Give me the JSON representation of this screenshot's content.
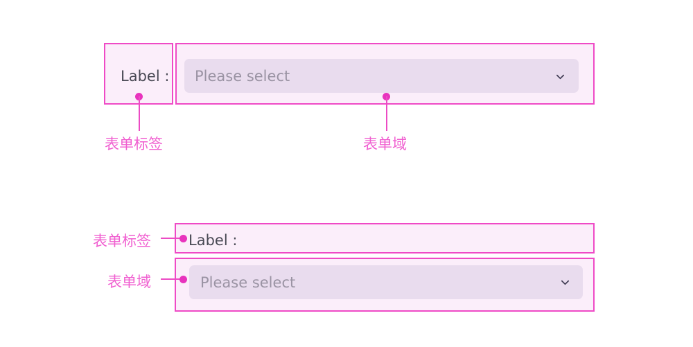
{
  "colors": {
    "accent_border": "#ef4ac6",
    "accent_text": "#f05fd0",
    "highlight_fill": "#fbeefa",
    "field_fill": "#e9dcee",
    "label_text": "#4a4a55",
    "placeholder_text": "#9a93a3",
    "page_background": "#ffffff"
  },
  "example_inline": {
    "label": {
      "text": "Label :",
      "annotation": "表单标签"
    },
    "field": {
      "placeholder": "Please select",
      "dropdown_icon": "chevron-down-icon",
      "annotation": "表单域"
    }
  },
  "example_stacked": {
    "label": {
      "text": "Label :",
      "annotation": "表单标签"
    },
    "field": {
      "placeholder": "Please select",
      "dropdown_icon": "chevron-down-icon",
      "annotation": "表单域"
    }
  }
}
